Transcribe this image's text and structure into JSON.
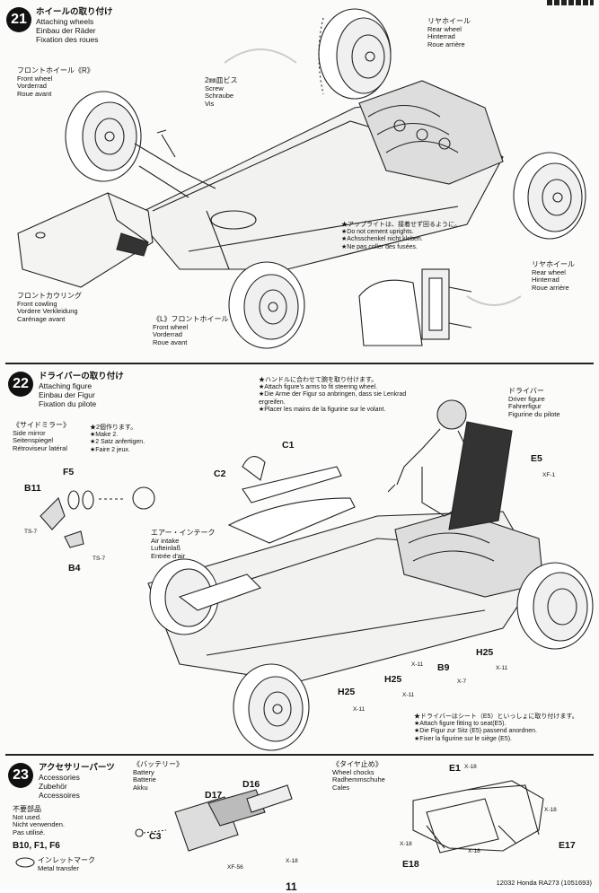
{
  "step21": {
    "number": "21",
    "title_jp": "ホイールの取り付け",
    "title_en": "Attaching wheels",
    "title_de": "Einbau der Räder",
    "title_fr": "Fixation des roues",
    "rear_wheel_top": {
      "jp": "リヤホイール",
      "en": "Rear wheel",
      "de": "Hinterrad",
      "fr": "Roue arrière"
    },
    "front_wheel_r": {
      "jp": "フロントホイール《R》",
      "en": "Front wheel",
      "de": "Vorderrad",
      "fr": "Roue avant"
    },
    "screw": {
      "jp": "2㎜皿ビス",
      "en": "Screw",
      "de": "Schraube",
      "fr": "Vis"
    },
    "front_cowling": {
      "jp": "フロントカウリング",
      "en": "Front cowling",
      "de": "Vordere Verkleidung",
      "fr": "Carénage avant"
    },
    "front_wheel_l": {
      "jp": "《L》フロントホイール",
      "en": "Front wheel",
      "de": "Vorderrad",
      "fr": "Roue avant"
    },
    "rear_wheel_bottom": {
      "jp": "リヤホイール",
      "en": "Rear wheel",
      "de": "Hinterrad",
      "fr": "Roue arrière"
    },
    "note": {
      "jp": "★アップライトは、接着せず回るように。",
      "en": "★Do not cement uprights.",
      "de": "★Achsschenkel nicht kleben.",
      "fr": "★Ne pas coller des fusées."
    }
  },
  "step22": {
    "number": "22",
    "title_jp": "ドライバーの取り付け",
    "title_en": "Attaching figure",
    "title_de": "Einbau der Figur",
    "title_fr": "Fixation du pilote",
    "side_mirror": {
      "jp": "《サイドミラー》",
      "en": "Side mirror",
      "de": "Seitenspiegel",
      "fr": "Rétroviseur latéral"
    },
    "make2": {
      "jp": "★2個作ります。",
      "en": "★Make 2.",
      "de": "★2 Satz anfertigen.",
      "fr": "★Faire 2 jeux."
    },
    "air_intake": {
      "jp": "エアー・インテーク",
      "en": "Air intake",
      "de": "Lufteinlaß",
      "fr": "Entrée d'air"
    },
    "driver": {
      "jp": "ドライバー",
      "en": "Driver figure",
      "de": "Fahrerfigur",
      "fr": "Figurine du pilote"
    },
    "steering_note": {
      "jp": "★ハンドルに合わせて腕を取り付けます。",
      "en": "★Attach figure's arms to fit steering wheel.",
      "de": "★Die Arme der Figur so anbringen, dass sie Lenkrad ergreifen.",
      "fr": "★Placer les mains de la figurine sur le volant."
    },
    "seat_note": {
      "jp": "★ドライバーはシート（E5）といっしょに取り付けます。",
      "en": "★Attach figure fitting to seat(E5).",
      "de": "★Die Figur zur Sitz (E5) passend anordnen.",
      "fr": "★Fixer la figurine sur le siège (E5)."
    },
    "parts": [
      "C1",
      "C2",
      "F5",
      "B11",
      "B4",
      "E5",
      "B9",
      "H25",
      "H25",
      "H25"
    ],
    "screws": [
      "TS-7",
      "TS-7",
      "XF-1",
      "X-11",
      "X-7",
      "X-11",
      "X-11",
      "X-11"
    ]
  },
  "step23": {
    "number": "23",
    "title_jp": "アクセサリーパーツ",
    "title_en": "Accessories",
    "title_de": "Zubehör",
    "title_fr": "Accessoires",
    "not_used": {
      "jp": "不要部品",
      "en": "Not used.",
      "de": "Nicht verwenden.",
      "fr": "Pas utilisé."
    },
    "unused_parts": "B10, F1, F6",
    "metal_transfer": {
      "jp": "インレットマーク",
      "en": "Metal transfer"
    },
    "battery": {
      "jp": "《バッテリー》",
      "en": "Battery",
      "de": "Batterie",
      "fr": "Akku"
    },
    "wheel_chocks": {
      "jp": "《タイヤ止め》",
      "en": "Wheel chocks",
      "de": "Radhemmschuhe",
      "fr": "Cales"
    },
    "battery_parts": [
      "D17",
      "D16",
      "C3"
    ],
    "battery_screws": [
      "XF-56",
      "X-18"
    ],
    "chock_parts": [
      "E1",
      "E17",
      "E18"
    ],
    "chock_screws": [
      "X-18",
      "X-18",
      "X-18",
      "X-18"
    ]
  },
  "footer": {
    "code": "12032",
    "model": "Honda RA273",
    "ref": "(1051693)",
    "page": "11"
  }
}
